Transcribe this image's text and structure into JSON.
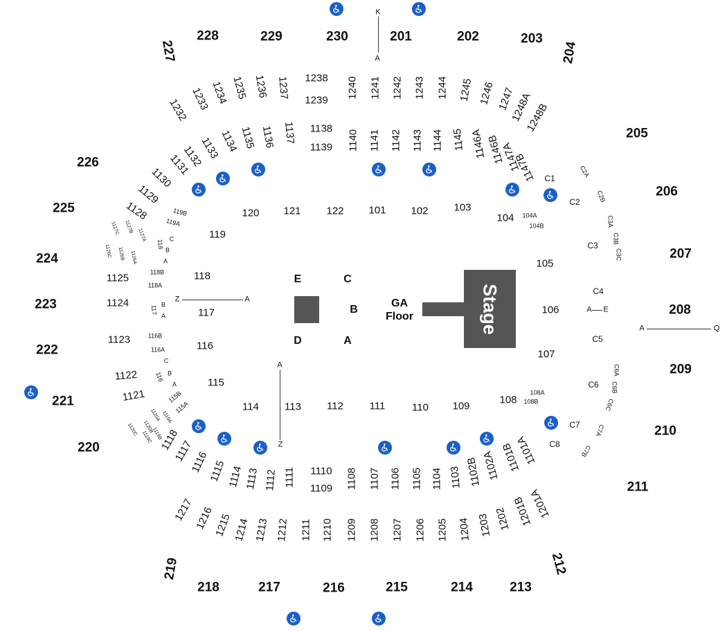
{
  "stage": {
    "label": "Stage"
  },
  "floor": {
    "ga_line1": "GA",
    "ga_line2": "Floor",
    "pit_labels": {
      "e": "E",
      "c": "C",
      "b": "B",
      "d": "D",
      "a": "A"
    }
  },
  "markers": {
    "k": "K",
    "a_top": "A",
    "z_left": "Z",
    "a_left": "A",
    "a_vert": "A",
    "z_vert": "Z",
    "a_right": "A",
    "q_right": "Q",
    "a_c4": "A",
    "e_c4": "E"
  },
  "icons": {
    "accessible": "wheelchair-icon",
    "accessible_color": "#1a5fc9",
    "stage_color": "#555555"
  },
  "upper_sections": [
    "227",
    "228",
    "229",
    "230",
    "201",
    "202",
    "203",
    "204",
    "205",
    "206",
    "207",
    "208",
    "209",
    "210",
    "211",
    "212",
    "213",
    "214",
    "215",
    "216",
    "217",
    "218",
    "219",
    "220",
    "221",
    "222",
    "223",
    "224",
    "225",
    "226"
  ],
  "sections_1200": [
    "1232",
    "1233",
    "1234",
    "1235",
    "1236",
    "1237",
    "1238",
    "1239",
    "1240",
    "1241",
    "1242",
    "1243",
    "1244",
    "1245",
    "1246",
    "1247",
    "1248A",
    "1248B",
    "1217",
    "1216",
    "1215",
    "1214",
    "1213",
    "1212",
    "1211",
    "1210",
    "1209",
    "1208",
    "1207",
    "1206",
    "1205",
    "1204",
    "1203",
    "1202",
    "1201B",
    "1201A"
  ],
  "sections_1100": [
    "1134",
    "1133",
    "1132",
    "1131",
    "1130",
    "1129",
    "1128",
    "1135",
    "1136",
    "1137",
    "1138",
    "1139",
    "1140",
    "1141",
    "1142",
    "1143",
    "1144",
    "1145",
    "1146A",
    "1146B",
    "1147A",
    "1147B",
    "1125",
    "1124",
    "1123",
    "1122",
    "1121",
    "1118",
    "1117",
    "1116",
    "1115",
    "1114",
    "1113",
    "1112",
    "1111",
    "1110",
    "1109",
    "1108",
    "1107",
    "1106",
    "1105",
    "1104",
    "1103",
    "1102B",
    "1102A",
    "1101B",
    "1101A"
  ],
  "sections_1100_small": [
    "1127C",
    "1127B",
    "1127A",
    "1126C",
    "1126B",
    "1126A",
    "1120A",
    "1119A",
    "1120B",
    "1119B",
    "1120C",
    "1119C"
  ],
  "sections_100": [
    "120",
    "121",
    "122",
    "101",
    "102",
    "103",
    "104",
    "119",
    "105",
    "118",
    "117",
    "106",
    "116",
    "107",
    "115",
    "108",
    "114",
    "113",
    "112",
    "111",
    "110",
    "109"
  ],
  "sections_100_small": [
    "119B",
    "119A",
    "118B",
    "118A",
    "116B",
    "116A",
    "115B",
    "115A",
    "104A",
    "104B",
    "108A",
    "108B"
  ],
  "rows_small": [
    "C",
    "B",
    "A",
    "C",
    "B",
    "A",
    "118",
    "117",
    "B",
    "A",
    "116"
  ],
  "c_sections": [
    "C1",
    "C2",
    "C3",
    "C4",
    "C5",
    "C6",
    "C7",
    "C8"
  ],
  "c_sections_small": [
    "C2A",
    "C2B",
    "C3A",
    "C3B",
    "C3C",
    "C6A",
    "C6B",
    "C6C",
    "C7A",
    "C7B"
  ]
}
